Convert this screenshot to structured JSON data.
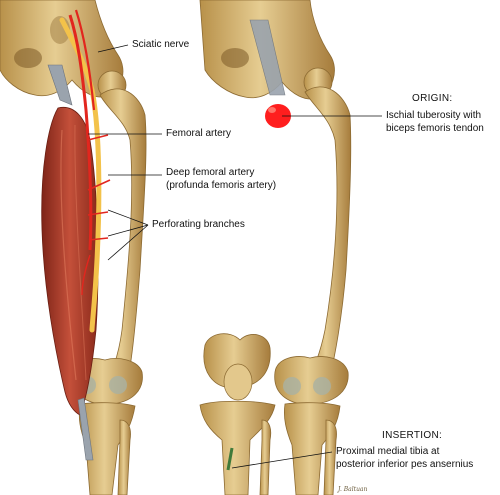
{
  "labels": {
    "sciatic_nerve": "Sciatic nerve",
    "femoral_artery": "Femoral artery",
    "deep_femoral_line1": "Deep femoral artery",
    "deep_femoral_line2": "(profunda femoris artery)",
    "perforating_branches": "Perforating branches",
    "origin_header": "ORIGIN:",
    "origin_line1": "Ischial tuberosity with",
    "origin_line2": "biceps femoris tendon",
    "insertion_header": "INSERTION:",
    "insertion_line1": "Proximal medial tibia at",
    "insertion_line2": "posterior inferior pes ansernius"
  },
  "signature": "J. Baltuan",
  "colors": {
    "bone": "#d8b877",
    "bone_shadow": "#b8914a",
    "muscle": "#b8432b",
    "artery": "#e2261e",
    "nerve": "#f3c24a",
    "tendon": "#9aa3ad",
    "origin_highlight": "#ff1e1e"
  }
}
